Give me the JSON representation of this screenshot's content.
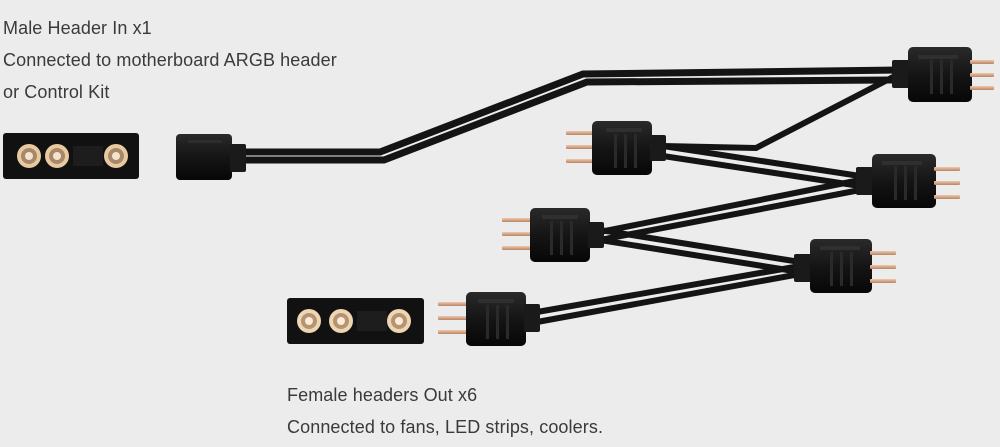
{
  "input_caption": {
    "line1": "Male Header In x1",
    "line2": "Connected to motherboard ARGB header",
    "line3": "or Control Kit"
  },
  "output_caption": {
    "line1": "Female headers Out x6",
    "line2": "Connected to fans, LED strips, coolers."
  },
  "colors": {
    "background": "#ececec",
    "text": "#3a3a3a",
    "cable": "#141414",
    "pin": "#d9a98a",
    "socket_face": "#111111",
    "socket_ring": "#e8c9a0"
  }
}
